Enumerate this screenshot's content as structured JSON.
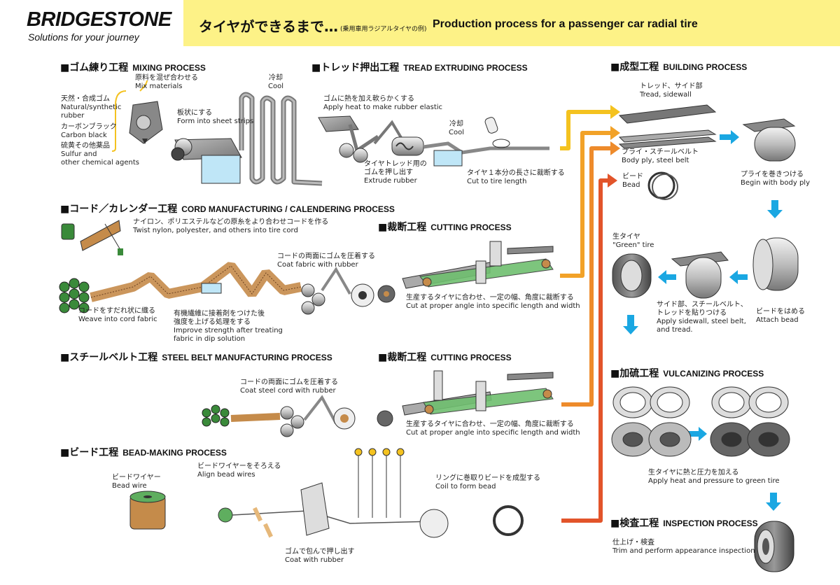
{
  "header": {
    "brand": "BRIDGESTONE",
    "tagline": "Solutions for your journey",
    "title_ja": "タイヤができるまで…",
    "title_note": "(乗用車用ラジアルタイヤの例)",
    "title_en": "Production process for a passenger car radial tire"
  },
  "colors": {
    "title_band": "#fdf287",
    "arrow_yellow": "#f4c21f",
    "arrow_orange": "#ee8b2b",
    "arrow_red": "#e2542a",
    "arrow_blue": "#1aa7e2"
  },
  "sections": {
    "mixing": {
      "ja": "■ゴム練り工程",
      "en": "MIXING PROCESS"
    },
    "tread": {
      "ja": "■トレッド押出工程",
      "en": "TREAD EXTRUDING PROCESS"
    },
    "building": {
      "ja": "■成型工程",
      "en": "BUILDING PROCESS"
    },
    "cord": {
      "ja": "■コード／カレンダー工程",
      "en": "CORD MANUFACTURING / CALENDERING PROCESS"
    },
    "cutting1": {
      "ja": "■裁断工程",
      "en": "CUTTING PROCESS"
    },
    "steel": {
      "ja": "■スチールベルト工程",
      "en": "STEEL BELT MANUFACTURING  PROCESS"
    },
    "cutting2": {
      "ja": "■裁断工程",
      "en": "CUTTING PROCESS"
    },
    "bead": {
      "ja": "■ビード工程",
      "en": "BEAD-MAKING PROCESS"
    },
    "vulcanizing": {
      "ja": "■加硫工程",
      "en": "VULCANIZING PROCESS"
    },
    "inspection": {
      "ja": "■検査工程",
      "en": "INSPECTION PROCESS"
    }
  },
  "labels": {
    "mix_materials": {
      "ja": "原料を混ぜ合わせる",
      "en": "Mix materials"
    },
    "rubber": {
      "ja": "天然・合成ゴム",
      "en1": "Natural/synthetic",
      "en2": "rubber"
    },
    "carbon": {
      "ja": "カーボンブラック",
      "en": "Carbon black"
    },
    "sulfur": {
      "ja": "硫黄その他薬品",
      "en1": "Sulfur and",
      "en2": "other chemical agents"
    },
    "sheet": {
      "ja": "板状にする",
      "en": "Form into sheet strips"
    },
    "cool1": {
      "ja": "冷却",
      "en": "Cool"
    },
    "heat": {
      "ja": "ゴムに熱を加え軟らかくする",
      "en": "Apply heat to make rubber elastic"
    },
    "cool2": {
      "ja": "冷却",
      "en": "Cool"
    },
    "extrude": {
      "ja1": "タイヤトレッド用の",
      "ja2": "ゴムを押し出す",
      "en": "Extrude rubber"
    },
    "cut_tire": {
      "ja": "タイヤ１本分の長さに裁断する",
      "en": "Cut to tire length"
    },
    "tread_side": {
      "ja": "トレッド、サイド部",
      "en": "Tread, sidewall"
    },
    "ply_steel": {
      "ja": "プライ・スチールベルト",
      "en": "Body ply, steel belt"
    },
    "bead": {
      "ja": "ビード",
      "en": "Bead"
    },
    "begin_ply": {
      "ja": "プライを巻きつける",
      "en": "Begin with body ply"
    },
    "twist": {
      "ja": "ナイロン、ポリエステルなどの原糸をより合わせコードを作る",
      "en": "Twist nylon, polyester, and others into tire cord"
    },
    "coat_fabric": {
      "ja": "コードの両面にゴムを圧着する",
      "en": "Coat fabric with rubber"
    },
    "weave": {
      "ja": "コードをすだれ状に織る",
      "en": "Weave into cord fabric"
    },
    "dip": {
      "ja1": "有機繊維に接着剤をつけた後",
      "ja2": "強度を上げる処理をする",
      "en1": "Improve strength after treating",
      "en2": "fabric in dip solution"
    },
    "cut_angle1": {
      "ja": "生産するタイヤに合わせ、一定の幅、角度に裁断する",
      "en": "Cut at proper angle into specific length and width"
    },
    "green": {
      "ja": "生タイヤ",
      "en": "\"Green\" tire"
    },
    "attach_side": {
      "ja1": "サイド部、スチールベルト、",
      "ja2": "トレッドを貼りつける",
      "en1": "Apply sidewall, steel belt,",
      "en2": "and tread."
    },
    "attach_bead": {
      "ja": "ビードをはめる",
      "en": "Attach bead"
    },
    "coat_steel": {
      "ja": "コードの両面にゴムを圧着する",
      "en": "Coat steel cord with rubber"
    },
    "cut_angle2": {
      "ja": "生産するタイヤに合わせ、一定の幅、角度に裁断する",
      "en": "Cut at proper angle into specific length and width"
    },
    "bead_wire": {
      "ja": "ビードワイヤー",
      "en": "Bead wire"
    },
    "align": {
      "ja": "ビードワイヤーをそろえる",
      "en": "Align bead wires"
    },
    "coat_rubber": {
      "ja": "ゴムで包んで押し出す",
      "en": "Coat with rubber"
    },
    "coil": {
      "ja": "リングに巻取りビードを成型する",
      "en": "Coil to form bead"
    },
    "heat_pressure": {
      "ja": "生タイヤに熱と圧力を加える",
      "en": "Apply heat and pressure to green tire"
    },
    "trim": {
      "ja": "仕上げ・検査",
      "en": "Trim and perform appearance inspection"
    }
  }
}
